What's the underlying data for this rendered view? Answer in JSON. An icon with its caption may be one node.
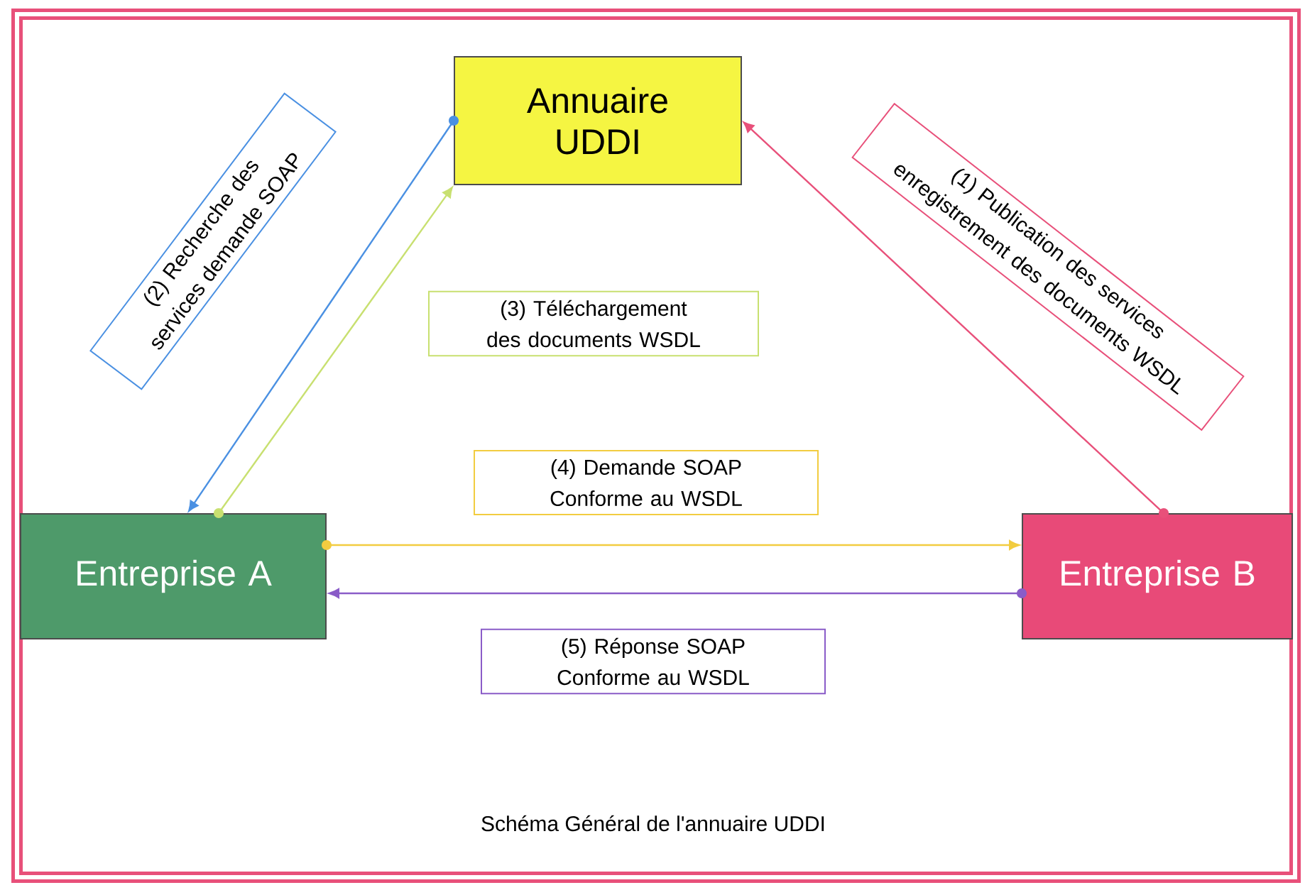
{
  "diagram": {
    "caption": "Schéma Général de l'annuaire UDDI",
    "nodes": [
      {
        "text": [
          "Annuaire UDDI"
        ]
      },
      {
        "text": [
          "Entreprise A"
        ]
      },
      {
        "text": [
          "Entreprise B"
        ]
      }
    ],
    "edges": [
      {
        "from": 2,
        "to": 0,
        "arrow": "to",
        "color": "#e8507a",
        "label": "(1) Publication des services enregistrement des documents WSDL"
      },
      {
        "from": 0,
        "to": 1,
        "arrow": "to",
        "color": "#4a90e2",
        "label": "(2) Recherche des services demande SOAP"
      },
      {
        "from": 1,
        "to": 0,
        "arrow": "to",
        "color": "#c8e070",
        "label": "(3) Téléchargement des documents WSDL"
      },
      {
        "from": 1,
        "to": 2,
        "arrow": "to",
        "color": "#f2cc40",
        "label": "(4) Demande SOAP Conforme au WSDL"
      },
      {
        "from": 2,
        "to": 1,
        "arrow": "to",
        "color": "#8a5cc8",
        "label": "(5) Réponse SOAP Conforme au WSDL"
      }
    ]
  }
}
